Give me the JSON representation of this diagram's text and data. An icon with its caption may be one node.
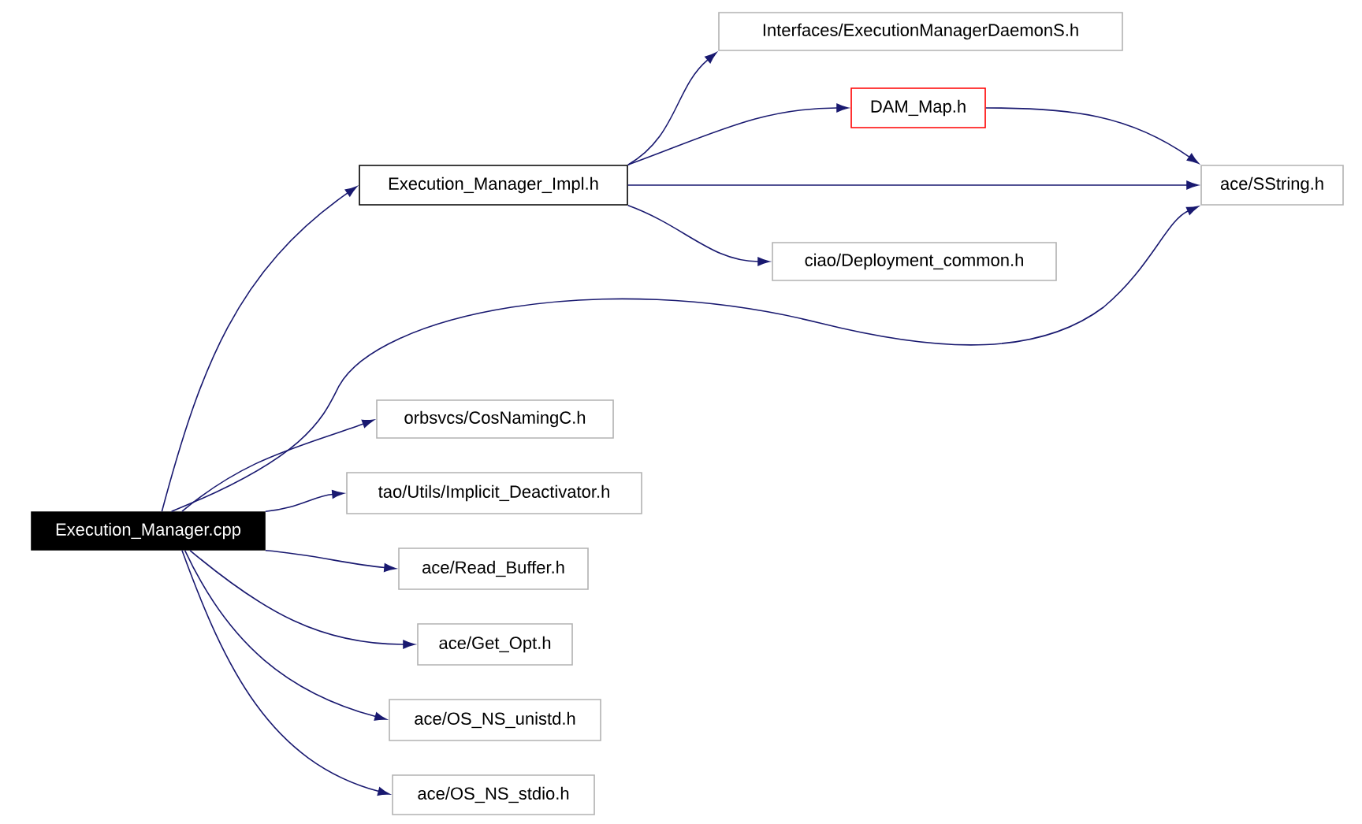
{
  "diagram": {
    "nodes": [
      {
        "text": [
          "Execution_Manager.cpp"
        ]
      },
      {
        "text": [
          "Execution_Manager_Impl.h"
        ]
      },
      {
        "text": [
          "Interfaces/ExecutionManagerDaemonS.h"
        ]
      },
      {
        "text": [
          "DAM_Map.h"
        ]
      },
      {
        "text": [
          "ace/SString.h"
        ]
      },
      {
        "text": [
          "ciao/Deployment_common.h"
        ]
      },
      {
        "text": [
          "orbsvcs/CosNamingC.h"
        ]
      },
      {
        "text": [
          "tao/Utils/Implicit_Deactivator.h"
        ]
      },
      {
        "text": [
          "ace/Read_Buffer.h"
        ]
      },
      {
        "text": [
          "ace/Get_Opt.h"
        ]
      },
      {
        "text": [
          "ace/OS_NS_unistd.h"
        ]
      },
      {
        "text": [
          "ace/OS_NS_stdio.h"
        ]
      }
    ],
    "edges": [
      {
        "from": 0,
        "to": 1,
        "arrow": "to"
      },
      {
        "from": 0,
        "to": 4,
        "arrow": "to"
      },
      {
        "from": 0,
        "to": 6,
        "arrow": "to"
      },
      {
        "from": 0,
        "to": 7,
        "arrow": "to"
      },
      {
        "from": 0,
        "to": 8,
        "arrow": "to"
      },
      {
        "from": 0,
        "to": 9,
        "arrow": "to"
      },
      {
        "from": 0,
        "to": 10,
        "arrow": "to"
      },
      {
        "from": 0,
        "to": 11,
        "arrow": "to"
      },
      {
        "from": 1,
        "to": 2,
        "arrow": "to"
      },
      {
        "from": 1,
        "to": 3,
        "arrow": "to"
      },
      {
        "from": 1,
        "to": 4,
        "arrow": "to"
      },
      {
        "from": 1,
        "to": 5,
        "arrow": "to"
      },
      {
        "from": 3,
        "to": 4,
        "arrow": "to"
      }
    ]
  }
}
